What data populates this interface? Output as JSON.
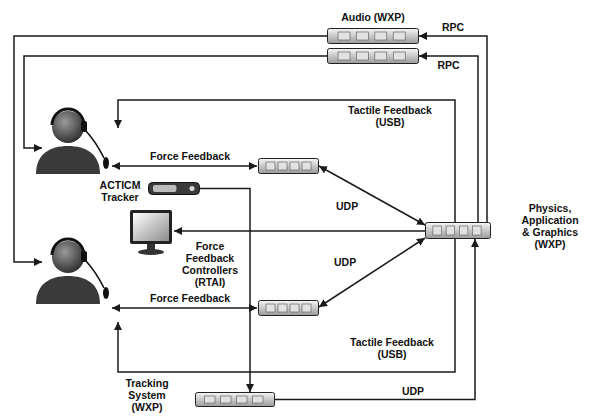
{
  "diagram": {
    "nodes": [
      {
        "text": [
          "Audio (WXP)"
        ]
      },
      {
        "text": [
          "ACTICM Tracker"
        ]
      },
      {
        "text": [
          "Physics, Application & Graphics (WXP)"
        ]
      },
      {
        "text": [
          "Tracking System (WXP)"
        ]
      }
    ],
    "edges": [
      {
        "from": 2,
        "to": 0,
        "label": "RPC",
        "arrow": "to"
      },
      {
        "from": 2,
        "to": 0,
        "label": "RPC",
        "arrow": "to"
      },
      {
        "from": 1,
        "to": 3,
        "arrow": "to"
      },
      {
        "from": 3,
        "to": 2,
        "label": "UDP",
        "arrow": "to"
      }
    ],
    "labels": [
      "Tactile Feedback (USB)",
      "Force Feedback",
      "Force Feedback Controllers (RTAI)",
      "UDP",
      "UDP",
      "Force Feedback",
      "Tactile Feedback (USB)"
    ]
  }
}
